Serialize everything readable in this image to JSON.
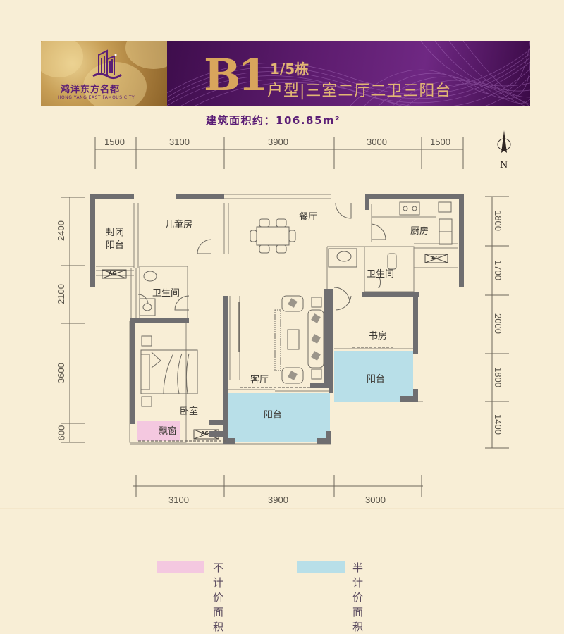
{
  "banner": {
    "logo": {
      "name_cn": "鸿洋东方名都",
      "name_en": "HONG YANG  EAST  FAMOUS CITY",
      "icon": "building-logo-icon"
    },
    "unit_code": "B1",
    "building": "1/5栋",
    "layout": "户型|三室二厅二卫三阳台"
  },
  "area": {
    "label": "建筑面积约：106.85m²"
  },
  "compass": {
    "label": "N",
    "icon": "north-arrow-icon"
  },
  "dimensions": {
    "top": [
      "1500",
      "3100",
      "3900",
      "3000",
      "1500"
    ],
    "bottom": [
      "3100",
      "3900",
      "3000"
    ],
    "left": [
      "2400",
      "2100",
      "3600",
      "600"
    ],
    "right": [
      "1800",
      "1700",
      "2000",
      "1800",
      "1400"
    ]
  },
  "rooms": {
    "enclosed_balcony": "封闭\n阳台",
    "enclosed_balcony_l1": "封闭",
    "enclosed_balcony_l2": "阳台",
    "kids_room": "儿童房",
    "dining": "餐厅",
    "kitchen": "厨房",
    "bath_left": "卫生间",
    "bath_right": "卫生间",
    "study": "书房",
    "living": "客厅",
    "balcony_center": "阳台",
    "balcony_right": "阳台",
    "bedroom": "卧室",
    "bay_window": "飘窗",
    "ac_label": "AC"
  },
  "legend": [
    {
      "label": "不计价面积",
      "color": "#f4c8e0"
    },
    {
      "label": "半计价面积",
      "color": "#b8dfe8"
    }
  ],
  "colors": {
    "background": "#f8eed6",
    "wall": "#6f6e70",
    "balcony_fill": "#b8dfe8",
    "bay_fill": "#f4c8e0",
    "banner_purple": "#5d1c6e",
    "banner_gold": "#d8a55c"
  }
}
